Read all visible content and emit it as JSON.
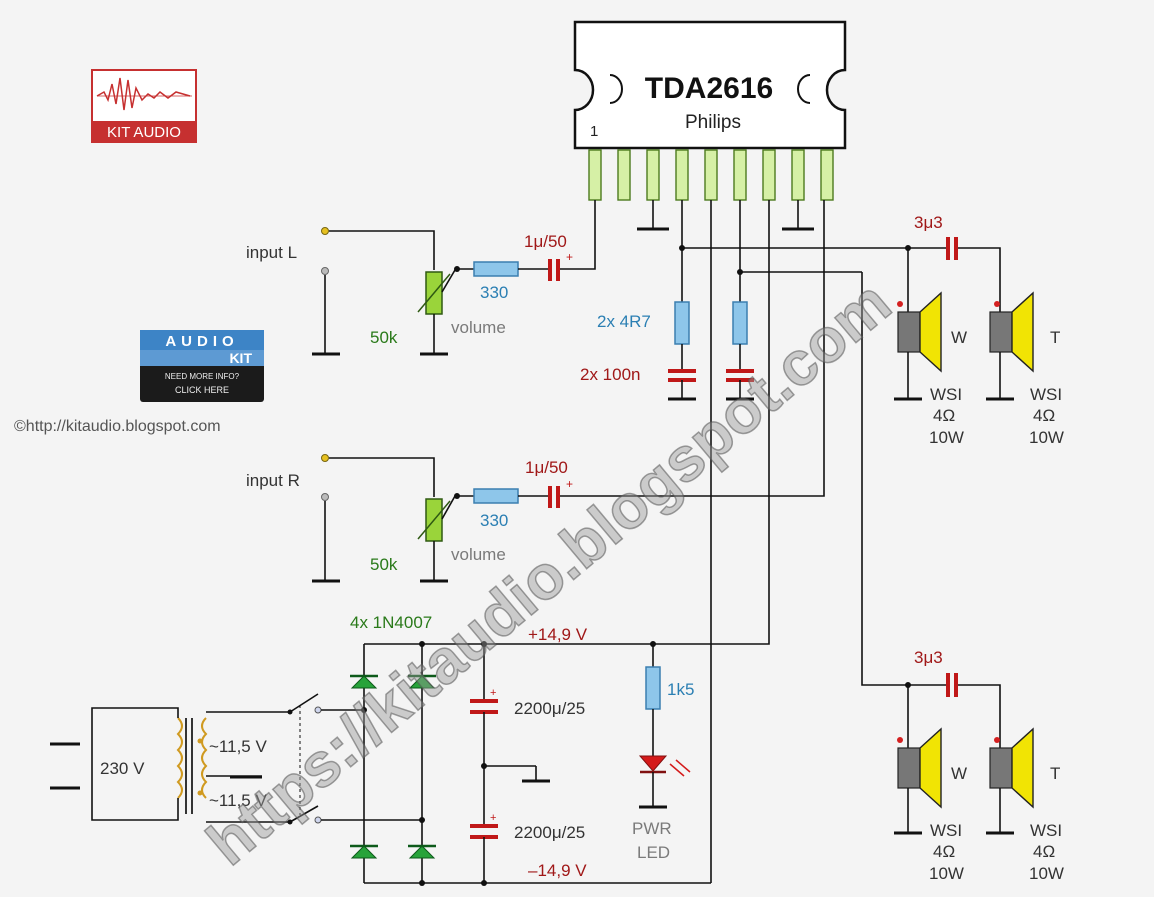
{
  "chip": {
    "name": "TDA2616",
    "maker": "Philips",
    "pin1": "1"
  },
  "logo": {
    "text": "KIT AUDIO"
  },
  "badge": {
    "top": "AUDIO",
    "mid": "KIT",
    "line1": "NEED MORE INFO?",
    "line2": "CLICK HERE"
  },
  "copyright": "©http://kitaudio.blogspot.com",
  "watermark": "https://kitaudio.blogspot.com",
  "inputs": [
    {
      "label": "input L",
      "cap": "1μ/50",
      "res": "330",
      "pot": "50k",
      "pot_label": "volume"
    },
    {
      "label": "input R",
      "cap": "1μ/50",
      "res": "330",
      "pot": "50k",
      "pot_label": "volume"
    }
  ],
  "feedback": {
    "res": "2x 4R7",
    "cap": "2x 100n"
  },
  "speakers": {
    "cap": "3μ3",
    "woofer": "W",
    "tweeter": "T",
    "spec": [
      "WSI",
      "4Ω",
      "10W"
    ]
  },
  "power": {
    "diodes": "4x 1N4007",
    "plus": "+14,9 V",
    "minus": "–14,9 V",
    "cap": "2200μ/25",
    "mains": "230 V",
    "sec": "~11,5 V",
    "led_res": "1k5",
    "led": "PWR\nLED",
    "led_lines": [
      "PWR",
      "LED"
    ]
  },
  "colors": {
    "accent_red": "#c01818",
    "accent_green": "#2a7a1a",
    "accent_blue": "#2b7fb3",
    "chip_pin": "#d6f0a6",
    "speaker_cone": "#f1e404"
  }
}
